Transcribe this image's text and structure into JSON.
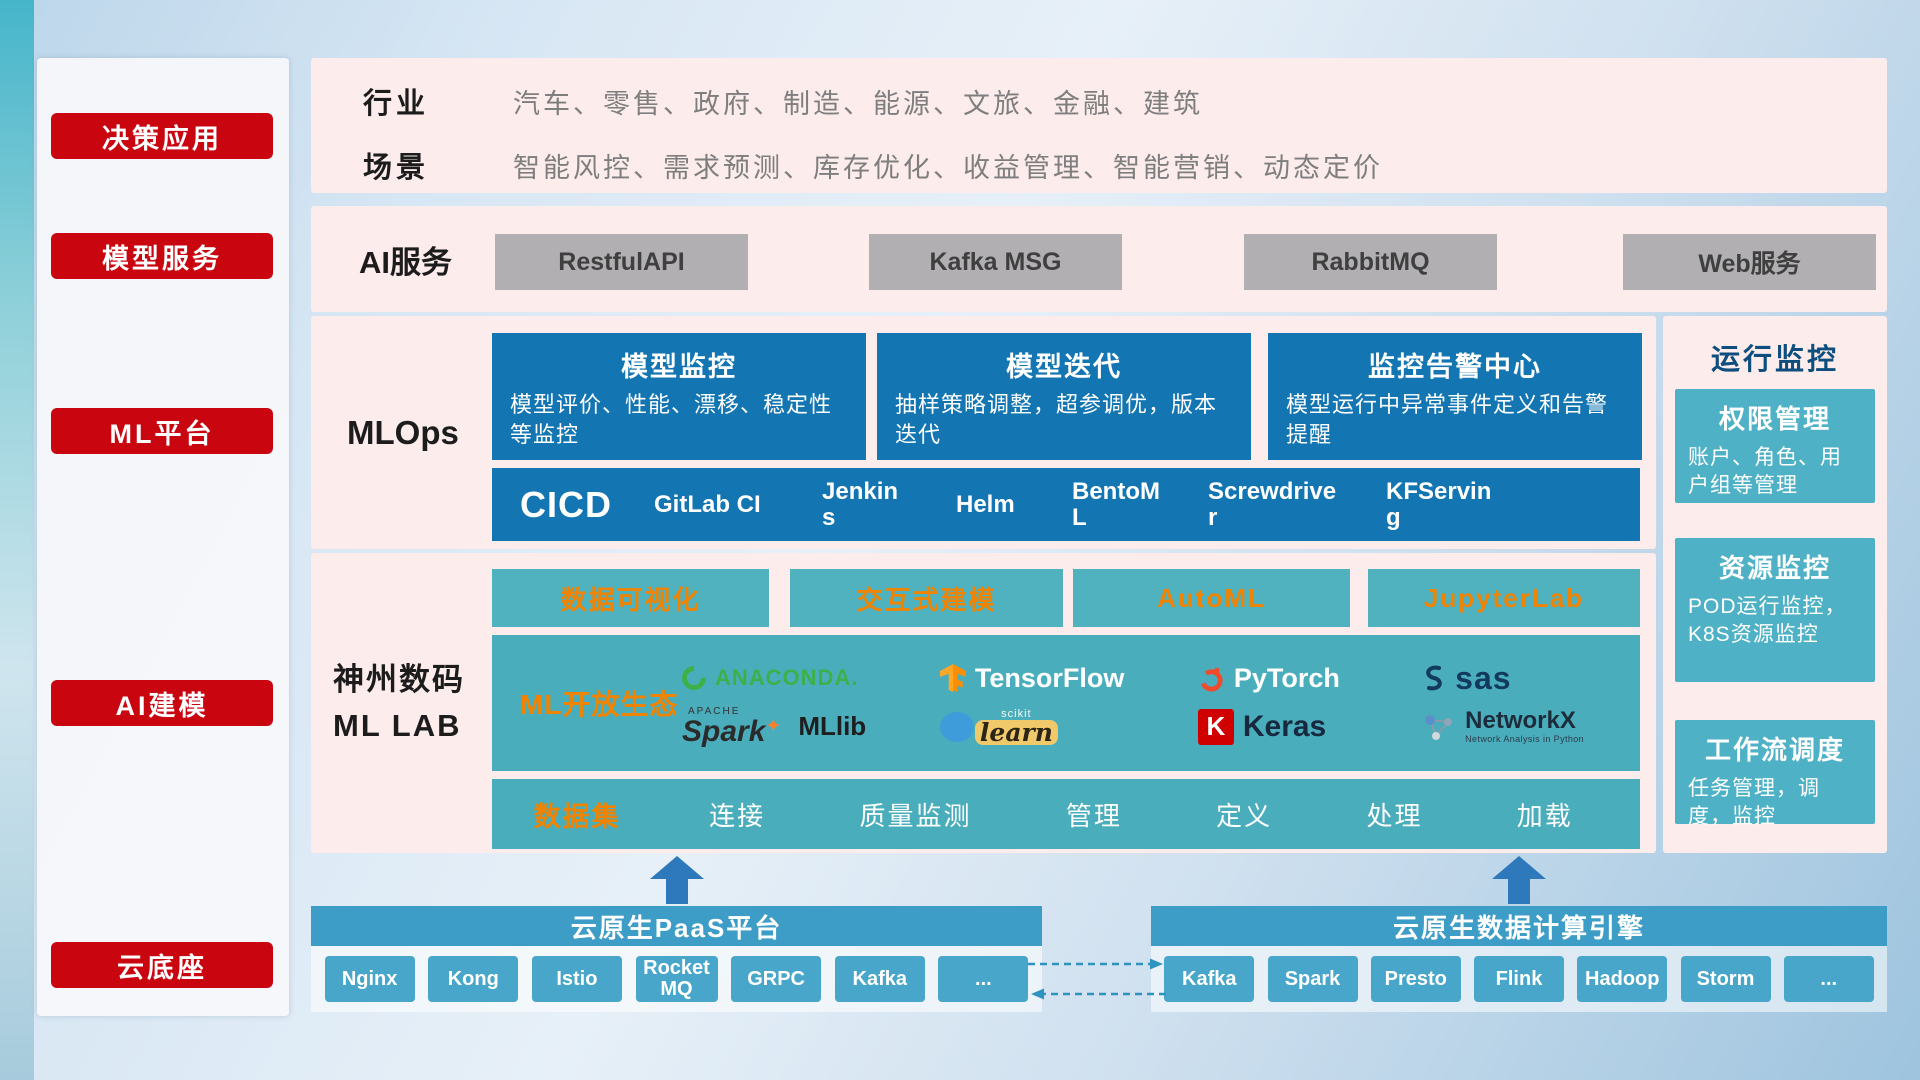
{
  "palette": {
    "red": "#c9050f",
    "card_blue": "#1375b2",
    "teal": "#4aadbc",
    "teal_card": "#4fb1c6",
    "bar_blue": "#3e9dc7",
    "chip_teal": "#47a6c9",
    "orange": "#f08300",
    "pink_bg": "#fceceb",
    "gray_button": "#b1afb2",
    "arrow_blue": "#2e78bc"
  },
  "rail": {
    "items": [
      "决策应用",
      "模型服务",
      "ML平台",
      "AI建模",
      "云底座"
    ]
  },
  "industry": {
    "rows": [
      {
        "label": "行业",
        "value": "汽车、零售、政府、制造、能源、文旅、金融、建筑"
      },
      {
        "label": "场景",
        "value": "智能风控、需求预测、库存优化、收益管理、智能营销、动态定价"
      }
    ]
  },
  "ai_service": {
    "label": "AI服务",
    "buttons": [
      "RestfulAPI",
      "Kafka MSG",
      "RabbitMQ",
      "Web服务"
    ]
  },
  "mlops": {
    "label": "MLOps",
    "cards": [
      {
        "title": "模型监控",
        "desc": "模型评价、性能、漂移、稳定性等监控"
      },
      {
        "title": "模型迭代",
        "desc": "抽样策略调整，超参调优，版本迭代"
      },
      {
        "title": "监控告警中心",
        "desc": "模型运行中异常事件定义和告警提醒"
      }
    ],
    "cicd_label": "CICD",
    "cicd_items": [
      "GitLab CI",
      "Jenkins",
      "Helm",
      "BentoML",
      "Screwdriver",
      "KFServing"
    ]
  },
  "mllab": {
    "label_line1": "神州数码",
    "label_line2": "ML LAB",
    "tools": [
      "数据可视化",
      "交互式建模",
      "AutoML",
      "JupyterLab"
    ],
    "ecosystem_label": "ML开放生态",
    "logos": {
      "anaconda": "ANACONDA.",
      "tensorflow": "TensorFlow",
      "pytorch": "PyTorch",
      "sas": "sas",
      "spark_apache": "APACHE",
      "spark": "Spark",
      "mllib": "MLlib",
      "scikit_top": "scikit",
      "scikit": "learn",
      "keras_badge": "K",
      "keras": "Keras",
      "networkx": "NetworkX",
      "networkx_sub": "Network Analysis in Python"
    },
    "dataset_label": "数据集",
    "dataset_items": [
      "连接",
      "质量监测",
      "管理",
      "定义",
      "处理",
      "加载"
    ]
  },
  "monitoring": {
    "title": "运行监控",
    "cards": [
      {
        "title": "权限管理",
        "desc": "账户、角色、用户组等管理"
      },
      {
        "title": "资源监控",
        "desc": "POD运行监控，K8S资源监控"
      },
      {
        "title": "工作流调度",
        "desc": "任务管理，调度，监控"
      }
    ]
  },
  "foundation": {
    "paas": {
      "title": "云原生PaaS平台",
      "items": [
        "Nginx",
        "Kong",
        "Istio",
        "RocketMQ",
        "GRPC",
        "Kafka",
        "..."
      ]
    },
    "engine": {
      "title": "云原生数据计算引擎",
      "items": [
        "Kafka",
        "Spark",
        "Presto",
        "Flink",
        "Hadoop",
        "Storm",
        "..."
      ]
    }
  }
}
